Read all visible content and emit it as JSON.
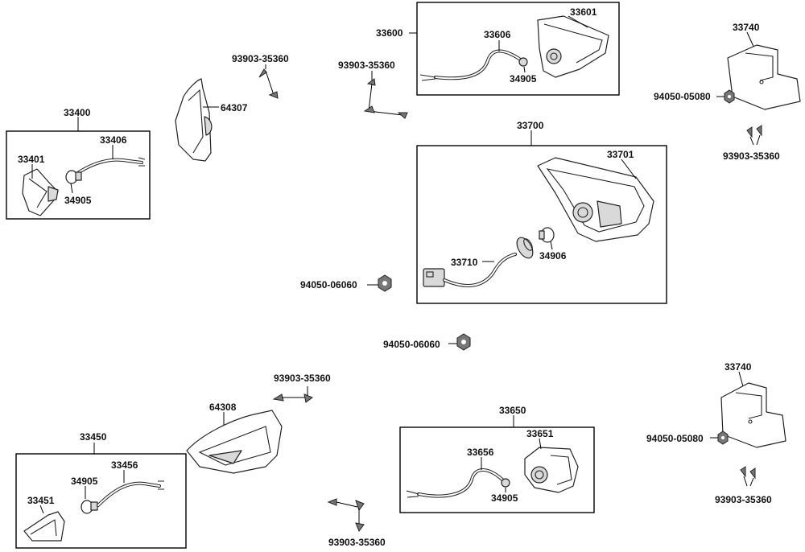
{
  "labels": {
    "g33600": "33600",
    "p33601": "33601",
    "p33606": "33606",
    "p34905_a": "34905",
    "s93903_top_left": "93903-35360",
    "s93903_top_mid": "93903-35360",
    "p64307": "64307",
    "g33400": "33400",
    "p33401": "33401",
    "p33406": "33406",
    "p34905_b": "34905",
    "g33700": "33700",
    "p33701": "33701",
    "p33710": "33710",
    "p34906": "34906",
    "n94050_06060_a": "94050-06060",
    "n94050_06060_b": "94050-06060",
    "g33740_top": "33740",
    "n94050_05080_top": "94050-05080",
    "s93903_right_top": "93903-35360",
    "s93903_mid_lower": "93903-35360",
    "p64308": "64308",
    "g33450": "33450",
    "p33451": "33451",
    "p34905_c": "34905",
    "p33456": "33456",
    "s93903_bottom": "93903-35360",
    "g33650": "33650",
    "p33651": "33651",
    "p33656": "33656",
    "p34905_d": "34905",
    "g33740_bottom": "33740",
    "n94050_05080_bottom": "94050-05080",
    "s93903_right_bottom": "93903-35360"
  }
}
